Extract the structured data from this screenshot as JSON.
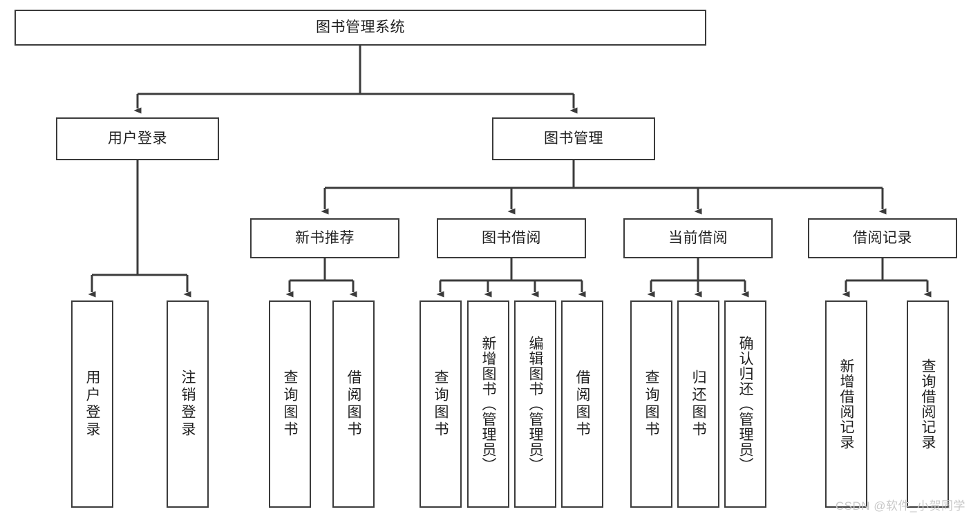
{
  "diagram": {
    "type": "tree-hierarchy",
    "title": "图书管理系统",
    "watermark": "CSDN @软件_小贺同学",
    "colors": {
      "box_border": "#3b3b3b",
      "box_fill": "#ffffff",
      "edge": "#3b3b3b",
      "text": "#1f1f1f",
      "watermark": "#c8c8c8"
    },
    "nodes": {
      "root": {
        "label": "图书管理系统",
        "level": 1
      },
      "user_login": {
        "label": "用户登录",
        "level": 2
      },
      "book_manage": {
        "label": "图书管理",
        "level": 2
      },
      "new_book_rec": {
        "label": "新书推荐",
        "level": 3
      },
      "book_borrow": {
        "label": "图书借阅",
        "level": 3
      },
      "current_borrow": {
        "label": "当前借阅",
        "level": 3
      },
      "borrow_record": {
        "label": "借阅记录",
        "level": 3
      },
      "leaf_user_login": {
        "label": "用户登录",
        "level": 4
      },
      "leaf_logout": {
        "label": "注销登录",
        "level": 4
      },
      "leaf_query_book_1": {
        "label": "查询图书",
        "level": 4
      },
      "leaf_borrow_book_1": {
        "label": "借阅图书",
        "level": 4
      },
      "leaf_query_book_2": {
        "label": "查询图书",
        "level": 4
      },
      "leaf_add_book": {
        "label": "新增图书（管理员）",
        "level": 4
      },
      "leaf_edit_book": {
        "label": "编辑图书（管理员）",
        "level": 4
      },
      "leaf_borrow_book_2": {
        "label": "借阅图书",
        "level": 4
      },
      "leaf_query_book_3": {
        "label": "查询图书",
        "level": 4
      },
      "leaf_return_book": {
        "label": "归还图书",
        "level": 4
      },
      "leaf_confirm_return": {
        "label": "确认归还（管理员）",
        "level": 4
      },
      "leaf_add_record": {
        "label": "新增借阅记录",
        "level": 4
      },
      "leaf_query_record": {
        "label": "查询借阅记录",
        "level": 4
      }
    },
    "edges": [
      {
        "from": "root",
        "to": "user_login"
      },
      {
        "from": "root",
        "to": "book_manage"
      },
      {
        "from": "book_manage",
        "to": "new_book_rec"
      },
      {
        "from": "book_manage",
        "to": "book_borrow"
      },
      {
        "from": "book_manage",
        "to": "current_borrow"
      },
      {
        "from": "book_manage",
        "to": "borrow_record"
      },
      {
        "from": "user_login",
        "to": "leaf_user_login"
      },
      {
        "from": "user_login",
        "to": "leaf_logout"
      },
      {
        "from": "new_book_rec",
        "to": "leaf_query_book_1"
      },
      {
        "from": "new_book_rec",
        "to": "leaf_borrow_book_1"
      },
      {
        "from": "book_borrow",
        "to": "leaf_query_book_2"
      },
      {
        "from": "book_borrow",
        "to": "leaf_add_book"
      },
      {
        "from": "book_borrow",
        "to": "leaf_edit_book"
      },
      {
        "from": "book_borrow",
        "to": "leaf_borrow_book_2"
      },
      {
        "from": "current_borrow",
        "to": "leaf_query_book_3"
      },
      {
        "from": "current_borrow",
        "to": "leaf_return_book"
      },
      {
        "from": "current_borrow",
        "to": "leaf_confirm_return"
      },
      {
        "from": "borrow_record",
        "to": "leaf_add_record"
      },
      {
        "from": "borrow_record",
        "to": "leaf_query_record"
      }
    ]
  }
}
